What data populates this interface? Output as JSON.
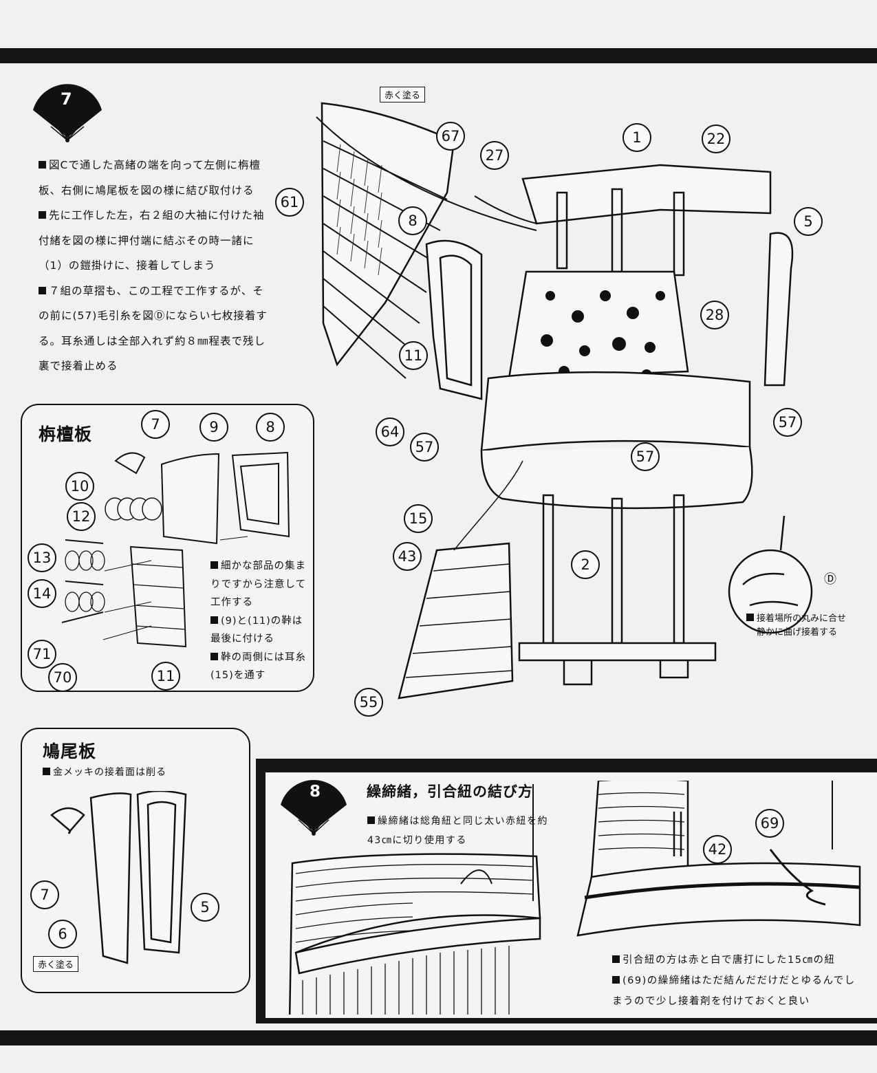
{
  "step7": {
    "number": "7",
    "instructions": [
      "図Cで通した高緒の端を向って左側に栴檀板、右側に鳩尾板を図の様に結び取付ける",
      "先に工作した左，右２組の大袖に付けた袖付緒を図の様に押付端に結ぶその時一諸に（1）の鎧掛けに、接着してしまう",
      "７組の草摺も、この工程で工作するが、その前に(57)毛引糸を図Ⓓにならい七枚接着する。耳糸通しは全部入れず約８㎜程表で残し裏で接着止める"
    ]
  },
  "main_diagram": {
    "paint_red_label": "赤く塗る",
    "callouts": [
      "67",
      "27",
      "1",
      "22",
      "61",
      "8",
      "5",
      "28",
      "11",
      "64",
      "57",
      "57",
      "57",
      "15",
      "43",
      "2",
      "55"
    ],
    "detail_d_label": "Ⓓ",
    "detail_d_note": [
      "接着場所の丸みに合せ",
      "静かに曲げ接着する"
    ]
  },
  "sendan_inset": {
    "title": "栴檀板",
    "callouts": [
      "7",
      "9",
      "8",
      "10",
      "12",
      "13",
      "14",
      "71",
      "70",
      "11"
    ],
    "notes": [
      "細かな部品の集まりですから注意して工作する",
      "(9)と(11)の鞐は最後に付ける",
      "鞐の両側には耳糸(15)を通す"
    ]
  },
  "kyubi_inset": {
    "title": "鳩尾板",
    "note": "金メッキの接着面は削る",
    "callouts": [
      "7",
      "6",
      "5"
    ],
    "paint_red_label": "赤く塗る"
  },
  "step8": {
    "number": "8",
    "title": "繰締緒，引合紐の結び方",
    "note": "繰締緒は総角紐と同じ太い赤紐を約43㎝に切り使用する",
    "callouts": [
      "42",
      "69"
    ],
    "notes_bottom": [
      "引合紐の方は赤と白で唐打にした15㎝の紐",
      "(69)の繰締緒はただ結んだだけだとゆるんでしまうので少し接着剤を付けておくと良い"
    ]
  }
}
